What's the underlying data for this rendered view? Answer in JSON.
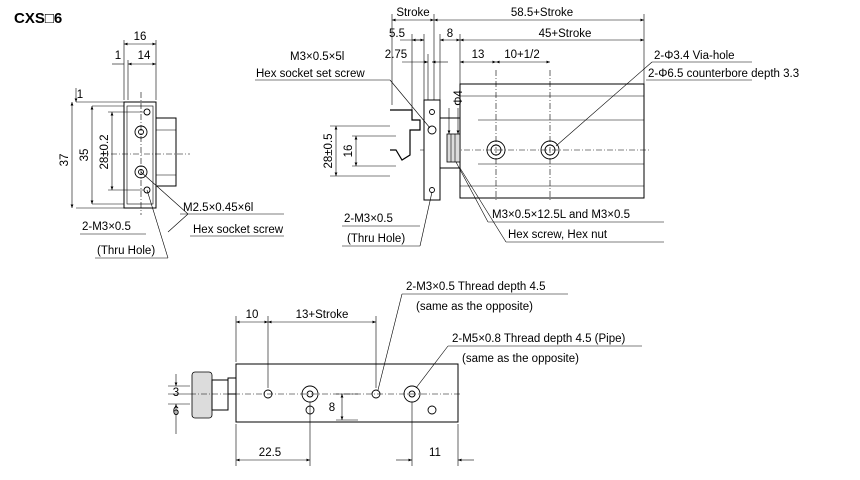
{
  "title": "CXS□6",
  "left_view": {
    "dims": {
      "w16": "16",
      "w1": "1",
      "w14": "14",
      "h1": "1",
      "h37": "37",
      "h35": "35",
      "h28": "28±0.2"
    },
    "callout_screw_size": "M2.5×0.45×6l",
    "callout_screw_name": "Hex socket screw",
    "callout_thread": "2-M3×0.5",
    "callout_thru": "(Thru Hole)"
  },
  "right_view": {
    "dims": {
      "stroke": "Stroke",
      "total": "58.5+Stroke",
      "d55": "5.5",
      "d8": "8",
      "d45": "45+Stroke",
      "d275": "2.75",
      "d13": "13",
      "d10": "10+1/2",
      "phi4": "Φ4",
      "h28": "28±0.5",
      "h16": "16"
    },
    "setscrew_size": "M3×0.5×5l",
    "setscrew_name": "Hex socket set screw",
    "via_hole": "2-Φ3.4 Via-hole",
    "counterbore": "2-Φ6.5 counterbore depth 3.3",
    "screw_nut_size": "M3×0.5×12.5L and M3×0.5",
    "screw_nut_name": "Hex screw, Hex nut",
    "thread": "2-M3×0.5",
    "thru": "(Thru Hole)"
  },
  "bottom_view": {
    "dims": {
      "d10": "10",
      "d13": "13+Stroke",
      "d3": "3",
      "d6": "6",
      "d8": "8",
      "d225": "22.5",
      "d11": "11"
    },
    "m3_thread": "2-M3×0.5 Thread depth 4.5",
    "m3_note": "(same as the opposite)",
    "m5_thread": "2-M5×0.8 Thread depth 4.5 (Pipe)",
    "m5_note": "(same as the opposite)"
  }
}
